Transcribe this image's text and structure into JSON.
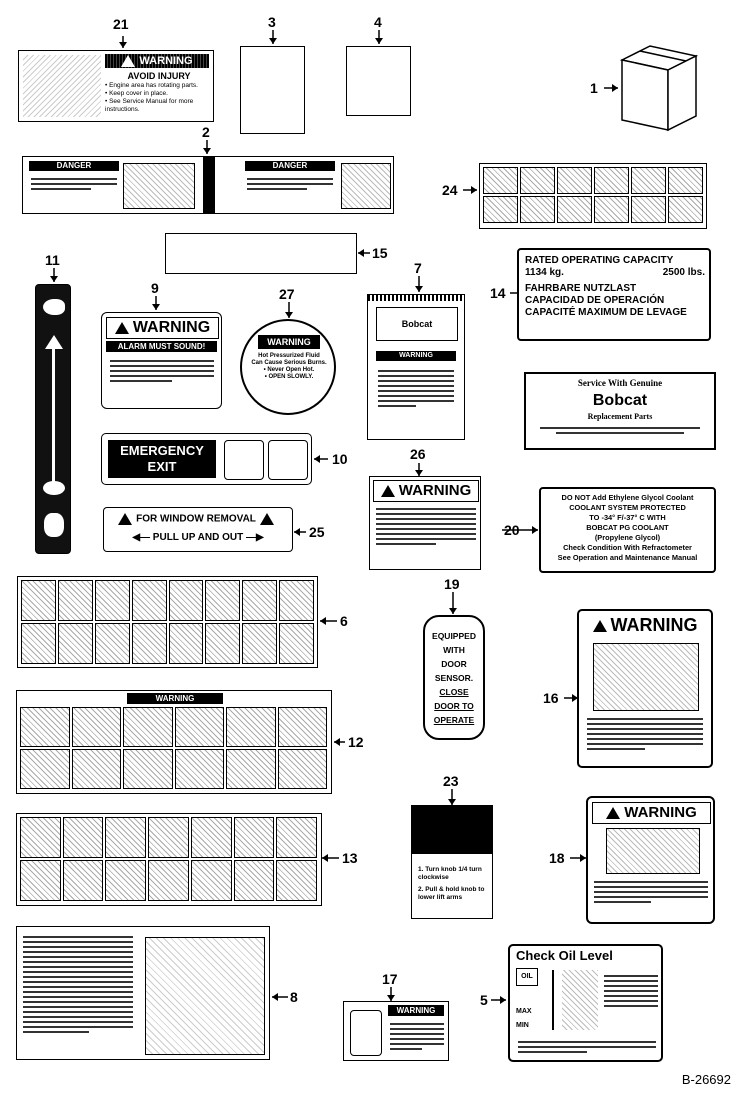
{
  "figure_ref": "B-26692",
  "callouts": {
    "c1": "1",
    "c2": "2",
    "c3": "3",
    "c4": "4",
    "c5": "5",
    "c6": "6",
    "c7": "7",
    "c8": "8",
    "c9": "9",
    "c10": "10",
    "c11": "11",
    "c12": "12",
    "c13": "13",
    "c14": "14",
    "c15": "15",
    "c16": "16",
    "c17": "17",
    "c18": "18",
    "c19": "19",
    "c20": "20",
    "c21": "21",
    "c23": "23",
    "c24": "24",
    "c25": "25",
    "c26": "26",
    "c27": "27"
  },
  "decal21": {
    "title": "WARNING",
    "heading": "AVOID INJURY",
    "line1": "• Engine area has rotating parts.",
    "line2": "• Keep cover in place.",
    "line3": "• See Service Manual for more instructions."
  },
  "decal2": {
    "label": "DANGER"
  },
  "decal24": {
    "row1": [
      "",
      "",
      "",
      "",
      "",
      ""
    ],
    "row2": [
      "",
      "",
      "",
      "",
      "",
      ""
    ]
  },
  "decal14": {
    "l1": "RATED OPERATING CAPACITY",
    "l2a": "1134 kg.",
    "l2b": "2500 lbs.",
    "l3": "FAHRBARE NUTZLAST",
    "l4": "CAPACIDAD DE OPERACIÓN",
    "l5": "CAPACITÉ MAXIMUM DE LEVAGE"
  },
  "decal9": {
    "title": "WARNING",
    "heading": "ALARM MUST SOUND!"
  },
  "decal27": {
    "title": "WARNING",
    "l1": "Hot Pressurized Fluid",
    "l2": "Can Cause Serious Burns.",
    "l3": "• Never Open Hot.",
    "l4": "• OPEN SLOWLY."
  },
  "decal7": {
    "brand": "Bobcat",
    "warn": "WARNING"
  },
  "decal22": {
    "l1": "Service With Genuine",
    "brand": "Bobcat",
    "l2": "Replacement Parts"
  },
  "decal10": {
    "l1": "EMERGENCY",
    "l2": "EXIT"
  },
  "decal26": {
    "title": "WARNING"
  },
  "decal20": {
    "l1": "DO NOT Add Ethylene Glycol Coolant",
    "l2": "COOLANT SYSTEM PROTECTED",
    "l3": "TO -34° F/-37° C WITH",
    "l4": "BOBCAT PG COOLANT",
    "l5": "(Propylene Glycol)",
    "l6": "Check Condition With Refractometer",
    "l7": "See Operation and Maintenance Manual"
  },
  "decal25": {
    "l1": "FOR WINDOW REMOVAL",
    "l2": "PULL UP AND OUT"
  },
  "decal19": {
    "l1": "EQUIPPED",
    "l2": "WITH",
    "l3": "DOOR",
    "l4": "SENSOR.",
    "l5": "CLOSE",
    "l6": "DOOR TO",
    "l7": "OPERATE"
  },
  "decal16": {
    "title": "WARNING"
  },
  "decal12": {
    "title": "WARNING"
  },
  "decal23": {
    "l1": "1. Turn knob 1/4 turn clockwise",
    "l2": "2. Pull & hold knob to lower lift arms"
  },
  "decal18": {
    "title": "WARNING"
  },
  "decal5": {
    "title": "Check Oil Level",
    "oil": "OIL",
    "max": "MAX",
    "min": "MIN"
  },
  "decal17": {
    "title": "WARNING"
  }
}
